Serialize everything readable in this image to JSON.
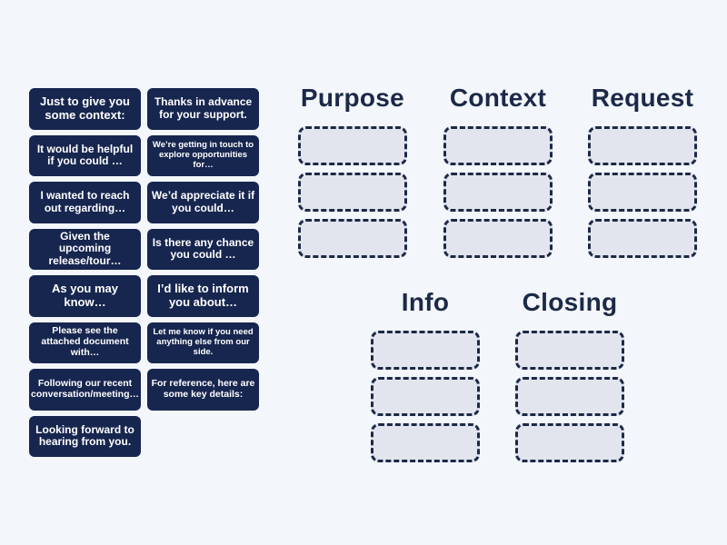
{
  "colors": {
    "background": "#f3f6fb",
    "tile_bg": "#17264f",
    "tile_text": "#ffffff",
    "heading_text": "#1c2947",
    "slot_fill": "#e3e5ee",
    "slot_border": "#1c2947"
  },
  "tiles": [
    {
      "label": "Just to give you some context:"
    },
    {
      "label": "Thanks in advance for your support."
    },
    {
      "label": "It would be helpful if you could …"
    },
    {
      "label": "We’re getting in touch to explore opportunities for…"
    },
    {
      "label": "I wanted to reach out regarding…"
    },
    {
      "label": "We’d appreciate it if you could…"
    },
    {
      "label": "Given the upcoming release/tour…"
    },
    {
      "label": "Is there any chance you could …"
    },
    {
      "label": "As you may know…"
    },
    {
      "label": "I’d like to inform you about…"
    },
    {
      "label": "Please see the attached document with…"
    },
    {
      "label": "Let me know if you need anything else from our side."
    },
    {
      "label": "Following our recent conversation/meeting…"
    },
    {
      "label": "For reference, here are some key details:"
    },
    {
      "label": "Looking forward to hearing from you."
    }
  ],
  "groups": [
    {
      "label": "Purpose",
      "slot_count": 3
    },
    {
      "label": "Context",
      "slot_count": 3
    },
    {
      "label": "Request",
      "slot_count": 3
    },
    {
      "label": "Info",
      "slot_count": 3
    },
    {
      "label": "Closing",
      "slot_count": 3
    }
  ]
}
